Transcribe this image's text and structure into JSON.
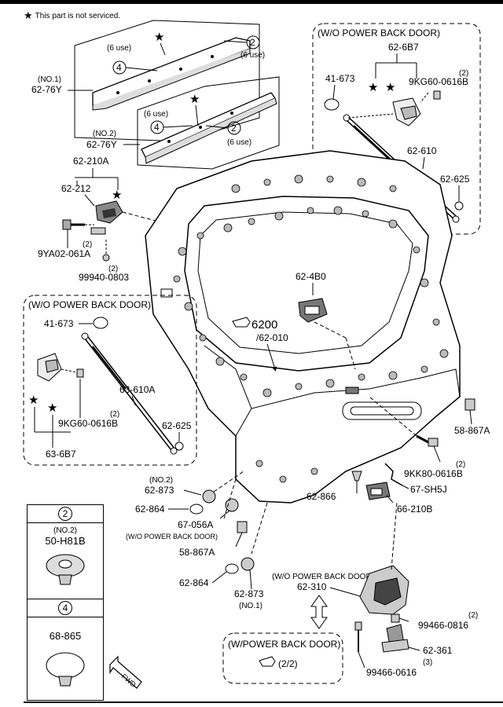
{
  "note": {
    "star": "★",
    "text": "This part is not serviced."
  },
  "parts": {
    "p_62_76Y_1": "62-76Y",
    "p_62_76Y_1_sub": "(NO.1)",
    "p_62_76Y_2": "62-76Y",
    "p_62_76Y_2_sub": "(NO.2)",
    "use6": "(6 use)",
    "p_62_210A": "62-210A",
    "p_62_212": "62-212",
    "p_9YA02": "9YA02-061A",
    "p_99940": "99940-0803",
    "qty2": "(2)",
    "p_62_6B7": "62-6B7",
    "p_9KG60": "9KG60-0616B",
    "p_41_673": "41-673",
    "p_62_610": "62-610",
    "p_62_625": "62-625",
    "p_62_4B0": "62-4B0",
    "p_6200": "6200",
    "p_62_010": "/62-010",
    "p_63_610A": "63-610A",
    "p_63_6B7": "63-6B7",
    "p_58_867A": "58-867A",
    "p_9KK80": "9KK80-0616B",
    "p_67_SH5J": "67-SH5J",
    "p_62_866": "62-866",
    "p_66_210B": "66-210B",
    "p_62_873": "62-873",
    "p_no2": "(NO.2)",
    "p_no1": "(NO.1)",
    "p_62_864": "62-864",
    "p_67_056A": "67-056A",
    "p_wo_pbd_small": "(W/O POWER BACK DOOR)",
    "p_62_310": "62-310",
    "p_99466_0816": "99466-0816",
    "p_62_361": "62-361",
    "p_99466_0616": "99466-0616",
    "qty3": "(3)",
    "wo_power_back_door": "(W/O POWER BACK DOOR)",
    "w_power_back_door": "(W/POWER BACK DOOR)",
    "page_ref": "(2/2)",
    "fwd": "FWD"
  },
  "legend": [
    {
      "num": "2",
      "sub": "(NO.2)",
      "code": "50-H81B"
    },
    {
      "num": "4",
      "code": "68-865"
    }
  ]
}
